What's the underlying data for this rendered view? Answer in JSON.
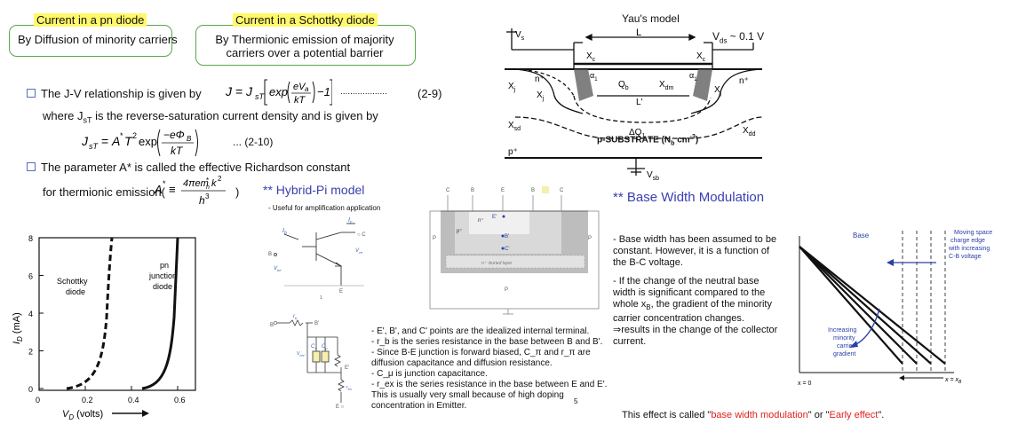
{
  "pn_box": {
    "title": "Current in a pn diode",
    "body": "By Diffusion of minority carriers"
  },
  "schottky_box": {
    "title": "Current in a Schottky diode",
    "body": "By Thermionic emission of majority carriers over a potential barrier"
  },
  "jv_text": "The J-V relationship is given by",
  "jv_eq_label": "(2-9)",
  "jv_dots": "...................",
  "jst_text": "where J",
  "jst_sub": "sT",
  "jst_text_rest": " is the reverse-saturation current density and is given by",
  "jst_eq_label": "... (2-10)",
  "richardson_text": "The parameter A* is called the effective Richardson constant",
  "thermionic_text": "for thermionic emission(",
  "thermionic_close": ")",
  "hybrid": {
    "title": "** Hybrid-Pi model",
    "subtitle": "- Useful for amplification application"
  },
  "yau": {
    "title": "Yau's model",
    "vds": "V",
    "vds_sub": "ds",
    "vds_val": " ~ 0.1 V",
    "substrate": "p-SUBSTRATE (N",
    "substrate_sub": "b",
    "substrate_end": " cm",
    "substrate_exp": "-3",
    "substrate_close": ")"
  },
  "bwm": {
    "title": "** Base Width Modulation",
    "p1": "- Base width has been assumed to be constant. However, it is a function of the B-C voltage.",
    "p2": "- If the change of the neutral base width is significant compared to the whole x",
    "p2_sub": "B",
    "p2_end": ", the gradient of the minority carrier concentration changes.",
    "p3": "⇒results in the change of the collector current.",
    "effect_pre": "This effect is called \"",
    "effect_red1": "base width modulation",
    "effect_mid": "\" or \"",
    "effect_red2": "Early effect",
    "effect_end": "\"."
  },
  "iv_plot": {
    "ylabel": "I",
    "ylabel_sub": "D",
    "ylabel_unit": " (mA)",
    "xlabel": "V",
    "xlabel_sub": "D",
    "xlabel_unit": " (volts)",
    "yticks": [
      "0",
      "2",
      "4",
      "6",
      "8"
    ],
    "xticks": [
      "0",
      "0.2",
      "0.4",
      "0.6"
    ],
    "schottky": "Schottky diode",
    "pn": "pn junction diode"
  },
  "notes": [
    "- E', B', and C' points are the idealized internal terminal.",
    "- r_b is the series resistance in the base between B and B'.",
    "- Since B-E junction is forward biased, C_π and r_π are diffusion capacitance and diffusion resistance.",
    "- C_μ is junction capacitance.",
    "- r_ex is the series resistance in the base between E and E'. This is usually very small because of high doping concentration in Emitter."
  ],
  "page_num": "5",
  "base_plot": {
    "base": "Base",
    "moving": "Moving space charge edge with increasing C-B voltage",
    "increasing": "Increasing minority carrier gradient",
    "x0": "x = 0",
    "xb": "x = x"
  }
}
